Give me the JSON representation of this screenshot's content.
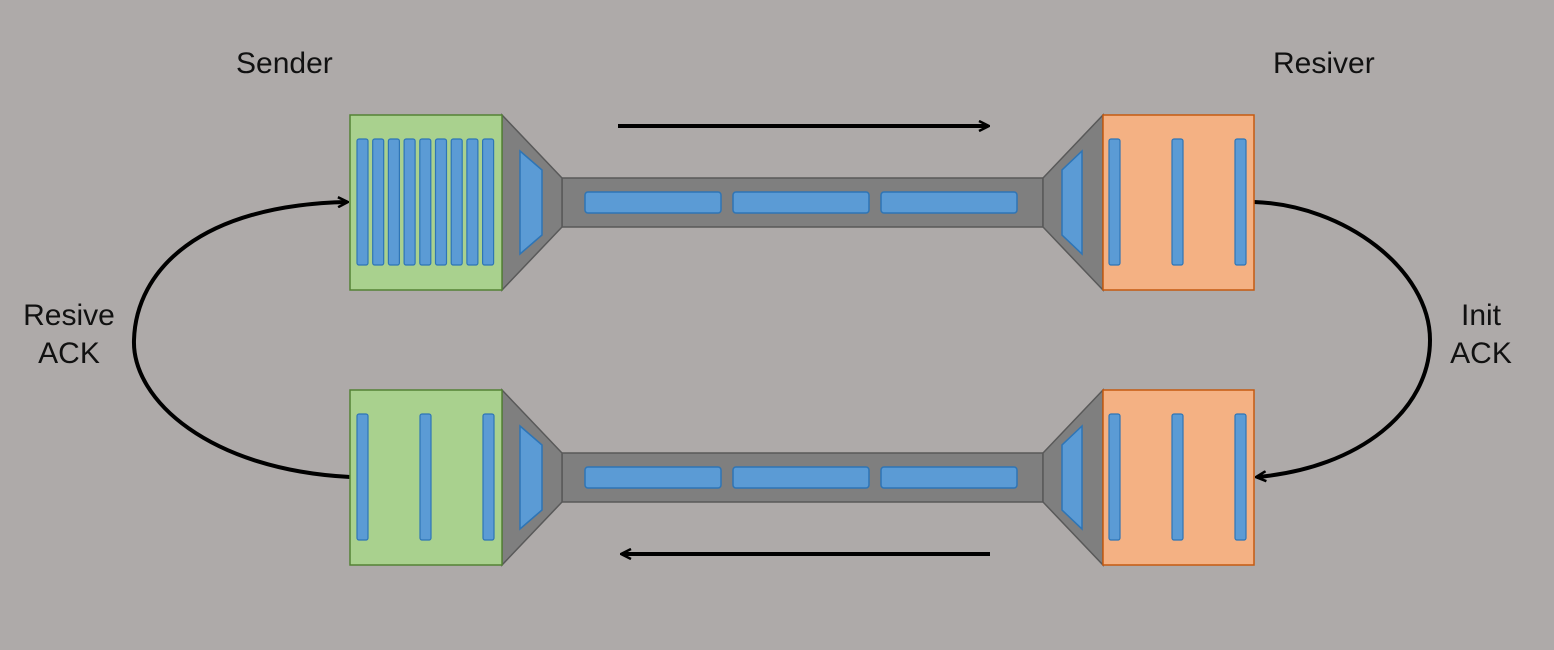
{
  "labels": {
    "sender": "Sender",
    "receiver": "Resiver",
    "left_loop": {
      "line1": "Resive",
      "line2": "ACK"
    },
    "right_loop": {
      "line1": "Init",
      "line2": "ACK"
    }
  },
  "colors": {
    "background": "#aeaaa9",
    "sender_box": "#a9d18e",
    "sender_border": "#548235",
    "receiver_box": "#f4b183",
    "receiver_border": "#c55a11",
    "packet": "#5b9bd5",
    "packet_border": "#2e75b6",
    "pipe": "#7f7f7f",
    "pipe_border": "#595959",
    "arrow": "#000000"
  },
  "channels": [
    {
      "name": "forward",
      "sender_slots": 9,
      "receiver_slots": 3,
      "packets_in_transit": 3,
      "direction": "sender-to-receiver"
    },
    {
      "name": "return",
      "sender_slots": 3,
      "receiver_slots": 3,
      "packets_in_transit": 3,
      "direction": "receiver-to-sender"
    }
  ]
}
